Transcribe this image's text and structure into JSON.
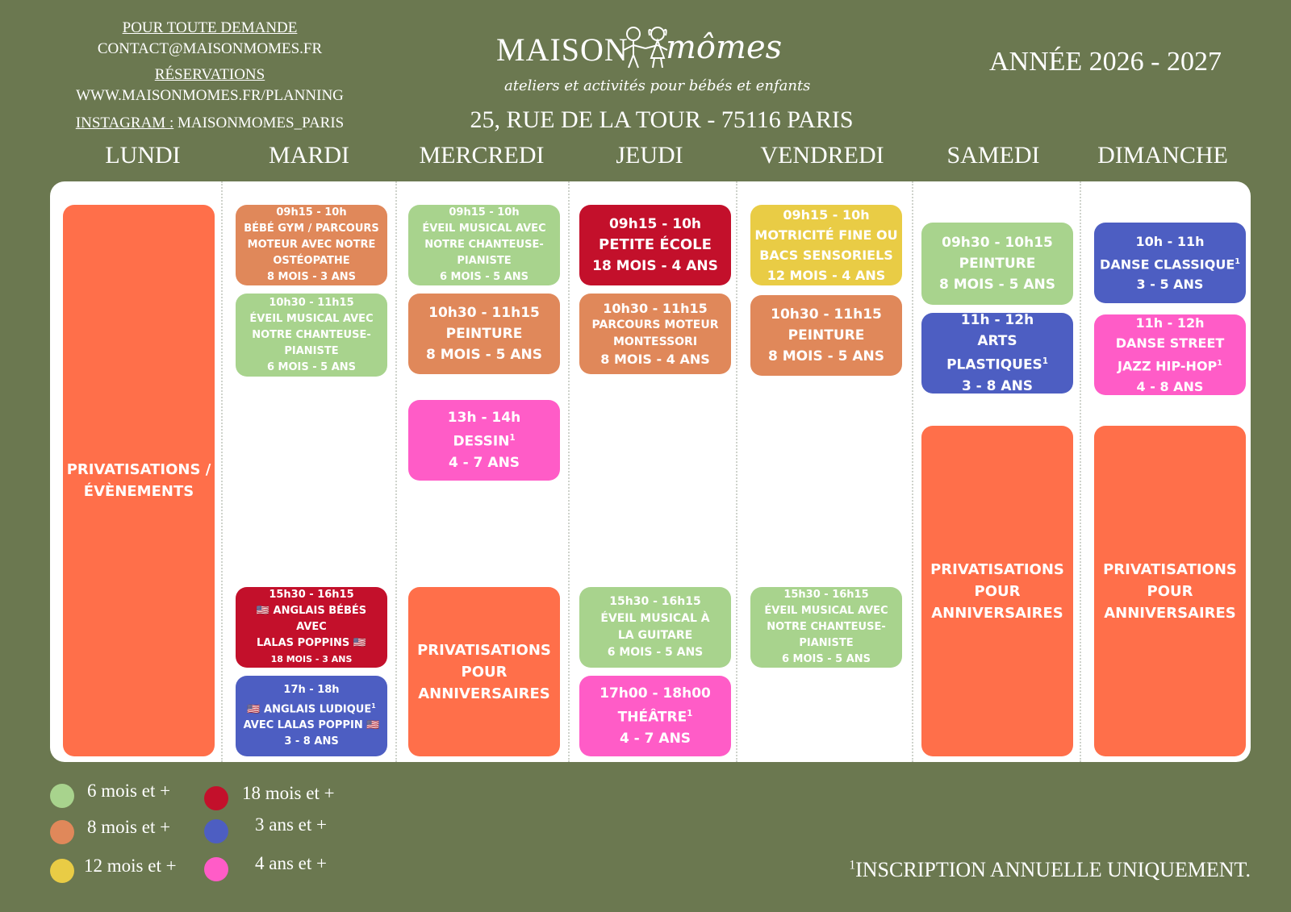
{
  "contact": {
    "line1": "POUR TOUTE DEMANDE",
    "line2": "CONTACT@MAISONMOMES.FR",
    "line3": "RÉSERVATIONS",
    "line4": "WWW.MAISONMOMES.FR/PLANNING",
    "line5_label": "INSTAGRAM :",
    "line5_value": "MAISONMOMES_PARIS"
  },
  "logo": {
    "main": "MAISON",
    "script": "mômes",
    "tagline": "ateliers et activités pour bébés et enfants"
  },
  "address": "25, RUE DE LA TOUR - 75116 PARIS",
  "year": "ANNÉE 2026 - 2027",
  "days": [
    "LUNDI",
    "MARDI",
    "MERCREDI",
    "JEUDI",
    "VENDREDI",
    "SAMEDI",
    "DIMANCHE"
  ],
  "colors": {
    "green": "#a8d38d",
    "orange": "#e0885a",
    "yellow": "#e9cc45",
    "red": "#c3102b",
    "blue": "#4d5ec2",
    "pink": "#ff5cc7",
    "coral": "#ff6f4a",
    "background": "#6b7850"
  },
  "cards": {
    "lundi_priv": {
      "l1": "PRIVATISATIONS /",
      "l2": "ÉVÈNEMENTS"
    },
    "mardi_1": {
      "time": "09h15 - 10h",
      "l1": "BÉBÉ GYM / PARCOURS",
      "l2": "MOTEUR AVEC NOTRE",
      "l3": "OSTÉOPATHE",
      "age": "8 MOIS - 3 ANS"
    },
    "mardi_2": {
      "time": "10h30 - 11h15",
      "l1": "ÉVEIL MUSICAL AVEC",
      "l2": "NOTRE CHANTEUSE-",
      "l3": "PIANISTE",
      "age": "6 MOIS - 5 ANS"
    },
    "mardi_3": {
      "time": "15h30 - 16h15",
      "l1": "🇺🇸 ANGLAIS BÉBÉS",
      "l2": "AVEC",
      "l3": "LALAS POPPINS 🇺🇸",
      "age": "18 MOIS - 3 ANS"
    },
    "mardi_4": {
      "time": "17h - 18h",
      "l1": "🇺🇸 ANGLAIS LUDIQUE",
      "l2": "AVEC LALAS POPPIN 🇺🇸",
      "age": "3 - 8 ANS"
    },
    "mercredi_1": {
      "time": "09h15 - 10h",
      "l1": "ÉVEIL MUSICAL AVEC",
      "l2": "NOTRE CHANTEUSE-",
      "l3": "PIANISTE",
      "age": "6 MOIS - 5 ANS"
    },
    "mercredi_2": {
      "time": "10h30 - 11h15",
      "l1": "PEINTURE",
      "age": "8 MOIS - 5 ANS"
    },
    "mercredi_3": {
      "time": "13h - 14h",
      "l1": "DESSIN",
      "age": "4 - 7 ANS"
    },
    "mercredi_priv": {
      "l1": "PRIVATISATIONS",
      "l2": "POUR",
      "l3": "ANNIVERSAIRES"
    },
    "jeudi_1": {
      "time": "09h15 - 10h",
      "l1": "PETITE ÉCOLE",
      "age": "18 MOIS - 4 ANS"
    },
    "jeudi_2": {
      "time": "10h30 - 11h15",
      "l1": "PARCOURS MOTEUR",
      "l2": "MONTESSORI",
      "age": "8 MOIS - 4 ANS"
    },
    "jeudi_3": {
      "time": "15h30 - 16h15",
      "l1": "ÉVEIL MUSICAL À",
      "l2": "LA GUITARE",
      "age": "6 MOIS - 5 ANS"
    },
    "jeudi_4": {
      "time": "17h00 - 18h00",
      "l1": "THÉÂTRE",
      "age": "4 - 7 ANS"
    },
    "vendredi_1": {
      "time": "09h15 - 10h",
      "l1": "MOTRICITÉ FINE OU",
      "l2": "BACS SENSORIELS",
      "age": "12 MOIS - 4 ANS"
    },
    "vendredi_2": {
      "time": "10h30 - 11h15",
      "l1": "PEINTURE",
      "age": "8 MOIS - 5 ANS"
    },
    "vendredi_3": {
      "time": "15h30 - 16h15",
      "l1": "ÉVEIL MUSICAL AVEC",
      "l2": "NOTRE CHANTEUSE-",
      "l3": "PIANISTE",
      "age": "6 MOIS - 5 ANS"
    },
    "samedi_1": {
      "time": "09h30 - 10h15",
      "l1": "PEINTURE",
      "age": "8 MOIS - 5 ANS"
    },
    "samedi_2": {
      "time": "11h - 12h",
      "l1": "ARTS",
      "l2": "PLASTIQUES",
      "age": "3 - 8 ANS"
    },
    "samedi_priv": {
      "l1": "PRIVATISATIONS",
      "l2": "POUR",
      "l3": "ANNIVERSAIRES"
    },
    "dimanche_1": {
      "time": "10h - 11h",
      "l1": "DANSE CLASSIQUE",
      "age": "3 - 5 ANS"
    },
    "dimanche_2": {
      "time": "11h - 12h",
      "l1": "DANSE STREET",
      "l2": "JAZZ HIP-HOP",
      "age": "4 - 8 ANS"
    },
    "dimanche_priv": {
      "l1": "PRIVATISATIONS",
      "l2": "POUR",
      "l3": "ANNIVERSAIRES"
    }
  },
  "superscript": "1",
  "legend": [
    {
      "label": "6 mois et +",
      "color": "#a8d38d"
    },
    {
      "label": "8 mois et +",
      "color": "#e0885a"
    },
    {
      "label": "12 mois et +",
      "color": "#e9cc45"
    },
    {
      "label": "18 mois et +",
      "color": "#c3102b"
    },
    {
      "label": "3 ans et +",
      "color": "#4d5ec2"
    },
    {
      "label": "4 ans et +",
      "color": "#ff5cc7"
    }
  ],
  "footnote": {
    "sup": "1",
    "text": "INSCRIPTION ANNUELLE UNIQUEMENT."
  }
}
